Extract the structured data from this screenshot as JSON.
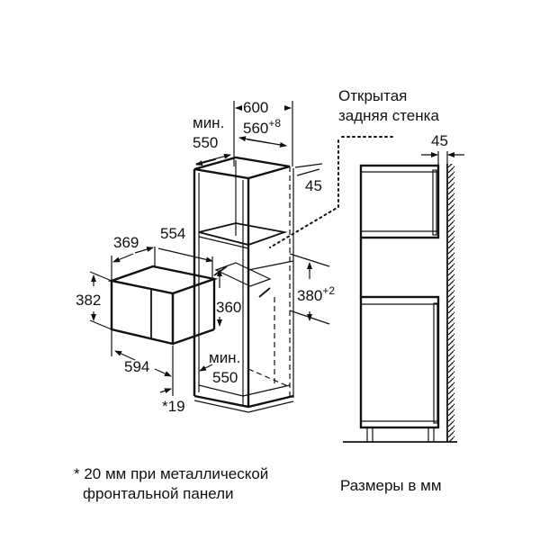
{
  "diagram": {
    "units_note": "Размеры в мм",
    "footnote": {
      "line1": "* 20 мм при металлической",
      "line2": "фронтальной панели"
    },
    "open_back_label": {
      "line1": "Открытая",
      "line2": "задняя стенка"
    },
    "cabinet_dims": {
      "min_label_top": "мин.",
      "depth_min_top": "550",
      "width_outer": "600",
      "width_inner": "560",
      "width_inner_tol": "+8",
      "back_gap": "45",
      "niche_height": "380",
      "niche_height_tol": "+2",
      "min_label_bottom": "мин.",
      "depth_min_bottom": "550"
    },
    "appliance_dims": {
      "depth": "369",
      "width_body": "554",
      "height_front": "382",
      "width_front": "594",
      "height_body": "360",
      "panel_thickness": "*19"
    },
    "side_view": {
      "back_gap": "45"
    }
  }
}
